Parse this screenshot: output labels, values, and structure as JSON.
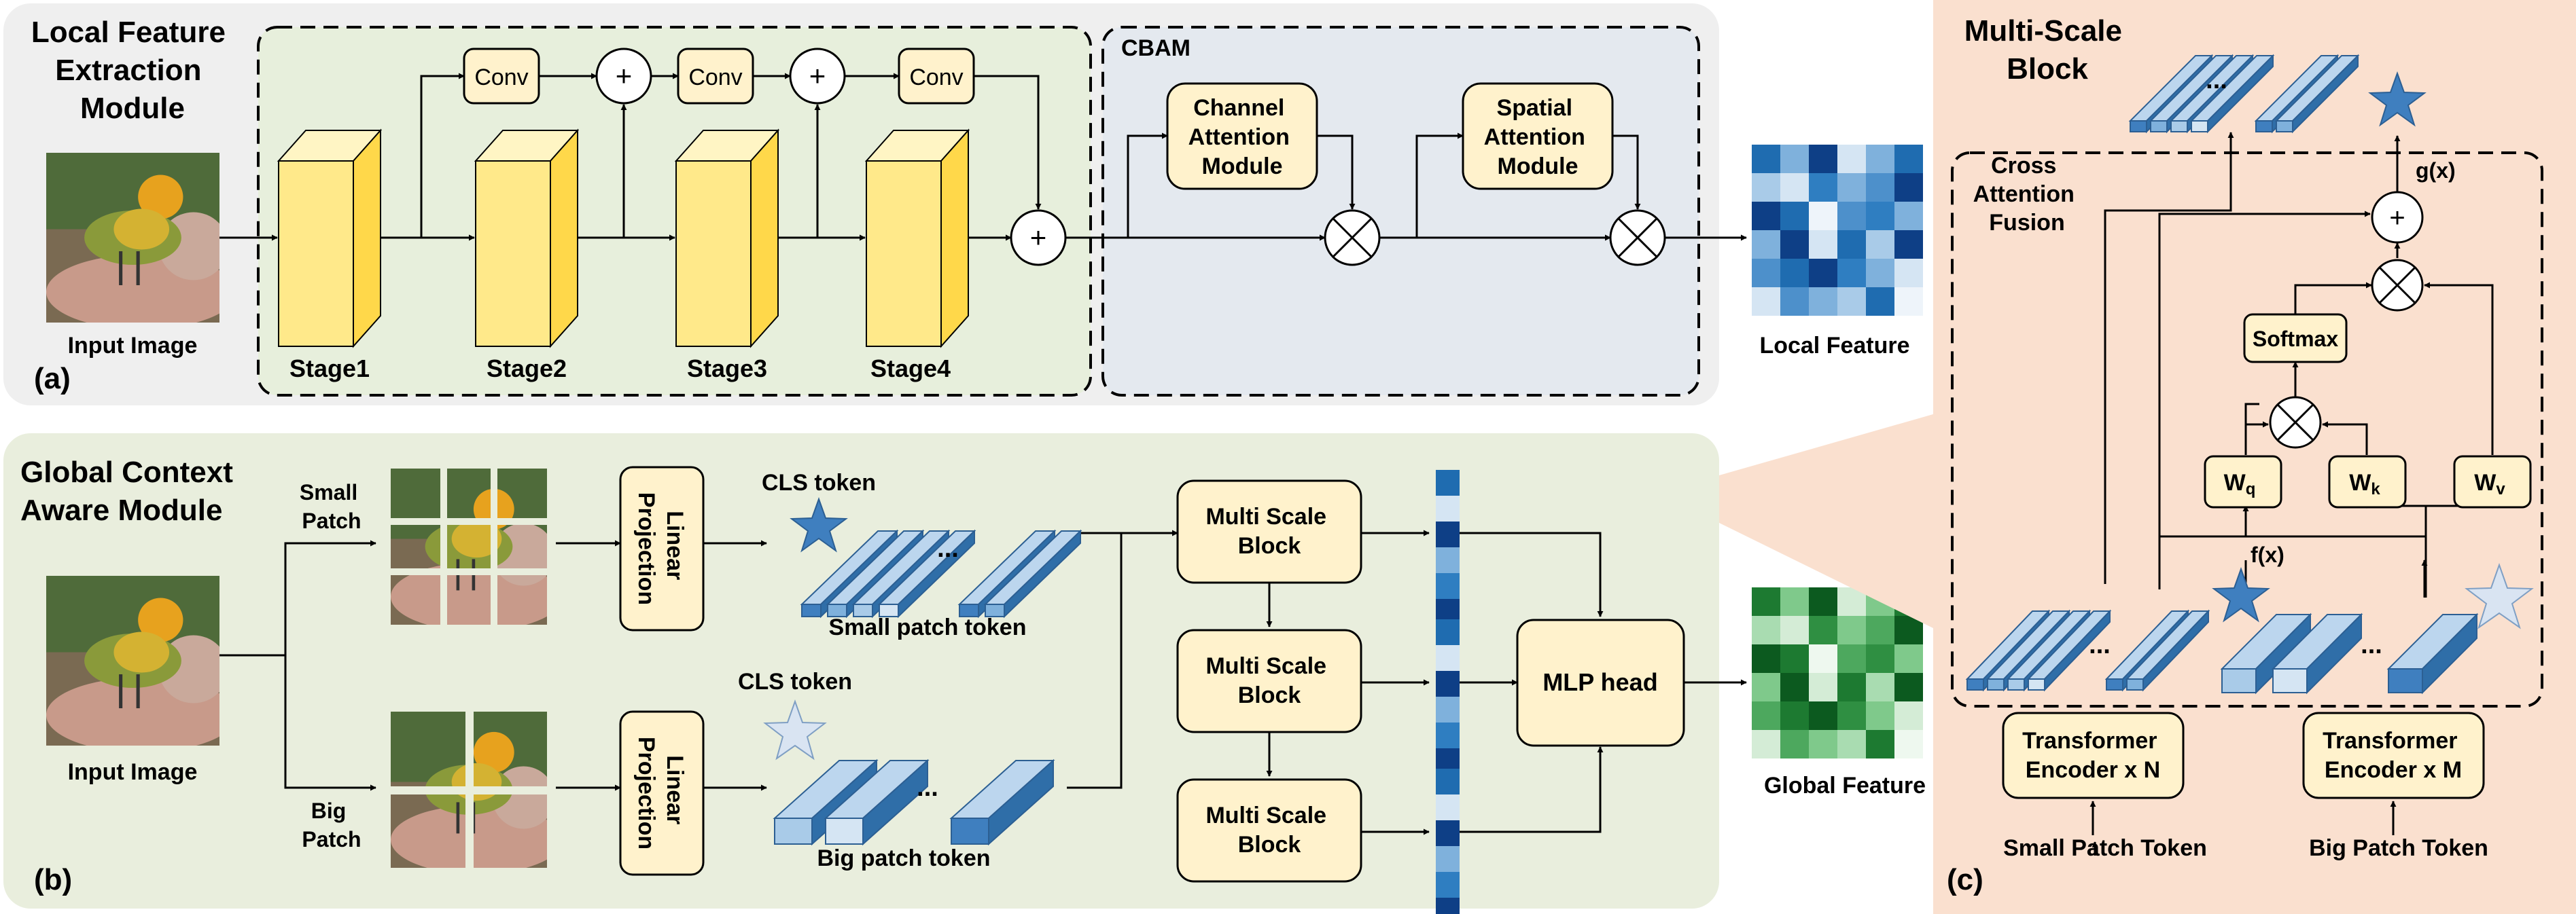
{
  "panel_a": {
    "title_lines": [
      "Local Feature",
      "Extraction",
      "Module"
    ],
    "label": "(a)",
    "input_caption": "Input Image",
    "conv_labels": [
      "Conv",
      "Conv",
      "Conv"
    ],
    "stage_labels": [
      "Stage1",
      "Stage2",
      "Stage3",
      "Stage4"
    ],
    "cbam_title": "CBAM",
    "channel_attention_lines": [
      "Channel",
      "Attention",
      "Module"
    ],
    "spatial_attention_lines": [
      "Spatial",
      "Attention",
      "Module"
    ],
    "plus_symbol": "+",
    "output_caption": "Local Feature"
  },
  "panel_b": {
    "title_lines": [
      "Global Context",
      "Aware Module"
    ],
    "label": "(b)",
    "input_caption": "Input Image",
    "small_patch_lines": [
      "Small",
      "Patch"
    ],
    "big_patch_lines": [
      "Big",
      "Patch"
    ],
    "linear_projection_lines": [
      "Linear",
      "Projection"
    ],
    "cls_token_label": "CLS token",
    "ellipsis": "...",
    "small_patch_token": "Small patch token",
    "big_patch_token": "Big patch token",
    "multi_scale_block_lines": [
      "Multi Scale",
      "Block"
    ],
    "mlp_head": "MLP head",
    "output_caption": "Global Feature"
  },
  "panel_c": {
    "title_lines": [
      "Multi-Scale",
      "Block"
    ],
    "label": "(c)",
    "cross_attention_lines": [
      "Cross",
      "Attention",
      "Fusion"
    ],
    "gx": "g(x)",
    "fx": "f(x)",
    "softmax": "Softmax",
    "w_base": "W",
    "w_subs": [
      "q",
      "k",
      "v"
    ],
    "encoder_small_lines": [
      "Transformer",
      "Encoder x N"
    ],
    "encoder_big_lines": [
      "Transformer",
      "Encoder x M"
    ],
    "small_patch_token": "Small Patch Token",
    "big_patch_token": "Big Patch Token",
    "ellipsis": "..."
  },
  "colors": {
    "panel_a_bg": "#efefef",
    "panel_b_bg": "#e9eedd",
    "panel_c_bg": "#fae0cf",
    "stage_green_bg": "#e7efdc",
    "cbam_bg": "#e4e9ef",
    "box_fill": "#fff2cc",
    "stage_front": "#ffe98a",
    "stage_side": "#ffd84a",
    "stage_top": "#fff5c4",
    "star_dark": "#3f7fbf",
    "star_light": "#d9e4f2",
    "heat_blue": [
      "#1f6cb0",
      "#7fb1dc",
      "#0e3f86",
      "#d5e5f3",
      "#4d90cb",
      "#a9cbe8",
      "#2f7ec1",
      "#eef4fa"
    ],
    "heat_green": [
      "#1d7a31",
      "#7fc98b",
      "#0c5a1f",
      "#d4ecd6",
      "#4da85e",
      "#a9dcb1",
      "#2f8f42",
      "#eef8ef"
    ]
  }
}
